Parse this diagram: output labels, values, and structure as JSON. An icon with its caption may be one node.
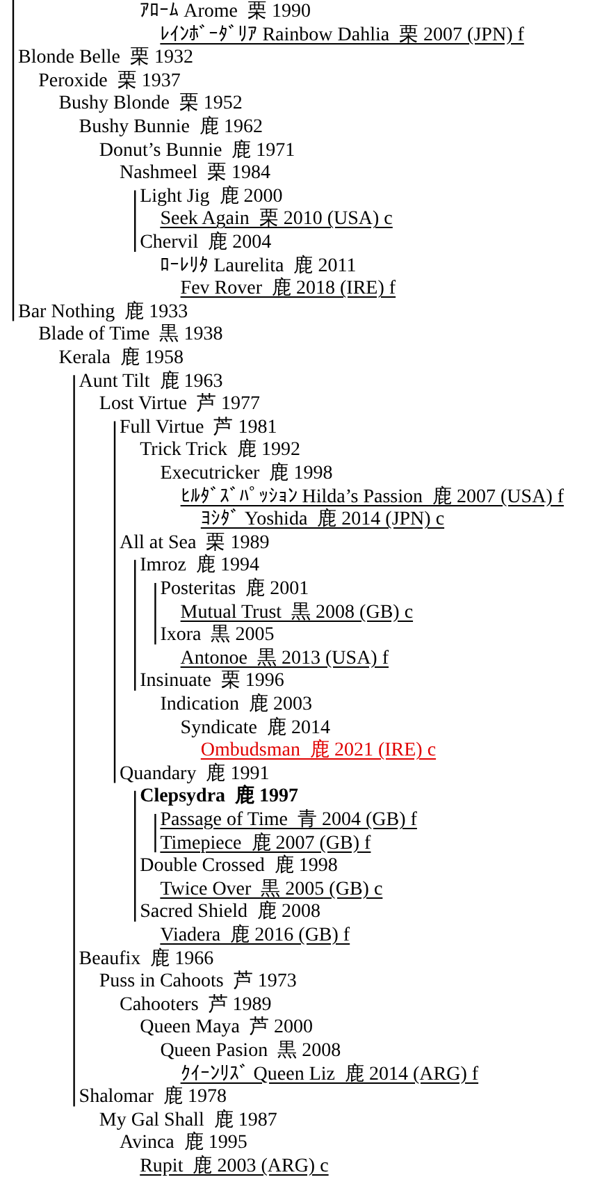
{
  "diagram": {
    "nodes": [
      {
        "text": [
          "ｱﾛｰﾑ Arome  栗 1990"
        ]
      },
      {
        "text": [
          "ﾚｲﾝﾎﾞｰﾀﾞﾘｱ Rainbow Dahlia  栗 2007 (JPN) f"
        ]
      },
      {
        "text": [
          "Blonde Belle  栗 1932"
        ]
      },
      {
        "text": [
          "Peroxide  栗 1937"
        ]
      },
      {
        "text": [
          "Bushy Blonde  栗 1952"
        ]
      },
      {
        "text": [
          "Bushy Bunnie  鹿 1962"
        ]
      },
      {
        "text": [
          "Donut’s Bunnie  鹿 1971"
        ]
      },
      {
        "text": [
          "Nashmeel  栗 1984"
        ]
      },
      {
        "text": [
          "Light Jig  鹿 2000"
        ]
      },
      {
        "text": [
          "Seek Again  栗 2010 (USA) c"
        ]
      },
      {
        "text": [
          "Chervil  鹿 2004"
        ]
      },
      {
        "text": [
          "ﾛｰﾚﾘﾀ Laurelita  鹿 2011"
        ]
      },
      {
        "text": [
          "Fev Rover  鹿 2018 (IRE) f"
        ]
      },
      {
        "text": [
          "Bar Nothing  鹿 1933"
        ]
      },
      {
        "text": [
          "Blade of Time  黒 1938"
        ]
      },
      {
        "text": [
          "Kerala  鹿 1958"
        ]
      },
      {
        "text": [
          "Aunt Tilt  鹿 1963"
        ]
      },
      {
        "text": [
          "Lost Virtue  芦 1977"
        ]
      },
      {
        "text": [
          "Full Virtue  芦 1981"
        ]
      },
      {
        "text": [
          "Trick Trick  鹿 1992"
        ]
      },
      {
        "text": [
          "Executricker  鹿 1998"
        ]
      },
      {
        "text": [
          "ﾋﾙﾀﾞｽﾞﾊﾟｯｼｮﾝ Hilda’s Passion  鹿 2007 (USA) f"
        ]
      },
      {
        "text": [
          "ﾖｼﾀﾞ Yoshida  鹿 2014 (JPN) c"
        ]
      },
      {
        "text": [
          "All at Sea  栗 1989"
        ]
      },
      {
        "text": [
          "Imroz  鹿 1994"
        ]
      },
      {
        "text": [
          "Posteritas  鹿 2001"
        ]
      },
      {
        "text": [
          "Mutual Trust  黒 2008 (GB) c"
        ]
      },
      {
        "text": [
          "Ixora  黒 2005"
        ]
      },
      {
        "text": [
          "Antonoe  黒 2013 (USA) f"
        ]
      },
      {
        "text": [
          "Insinuate  栗 1996"
        ]
      },
      {
        "text": [
          "Indication  鹿 2003"
        ]
      },
      {
        "text": [
          "Syndicate  鹿 2014"
        ]
      },
      {
        "text": [
          "Ombudsman  鹿 2021 (IRE) c"
        ]
      },
      {
        "text": [
          "Quandary  鹿 1991"
        ]
      },
      {
        "text": [
          "Clepsydra  鹿 1997"
        ]
      },
      {
        "text": [
          "Passage of Time  青 2004 (GB) f"
        ]
      },
      {
        "text": [
          "Timepiece  鹿 2007 (GB) f"
        ]
      },
      {
        "text": [
          "Double Crossed  鹿 1998"
        ]
      },
      {
        "text": [
          "Twice Over  黒 2005 (GB) c"
        ]
      },
      {
        "text": [
          "Sacred Shield  鹿 2008"
        ]
      },
      {
        "text": [
          "Viadera  鹿 2016 (GB) f"
        ]
      },
      {
        "text": [
          "Beaufix  鹿 1966"
        ]
      },
      {
        "text": [
          "Puss in Cahoots  芦 1973"
        ]
      },
      {
        "text": [
          "Cahooters  芦 1989"
        ]
      },
      {
        "text": [
          "Queen Maya  芦 2000"
        ]
      },
      {
        "text": [
          "Queen Pasion  黒 2008"
        ]
      },
      {
        "text": [
          "ｸｲｰﾝﾘｽﾞ Queen Liz  鹿 2014 (ARG) f"
        ]
      },
      {
        "text": [
          "Shalomar  鹿 1978"
        ]
      },
      {
        "text": [
          "My Gal Shall  鹿 1987"
        ]
      },
      {
        "text": [
          "Avinca  鹿 1995"
        ]
      },
      {
        "text": [
          "Rupit  鹿 2003 (ARG) c"
        ]
      }
    ]
  }
}
